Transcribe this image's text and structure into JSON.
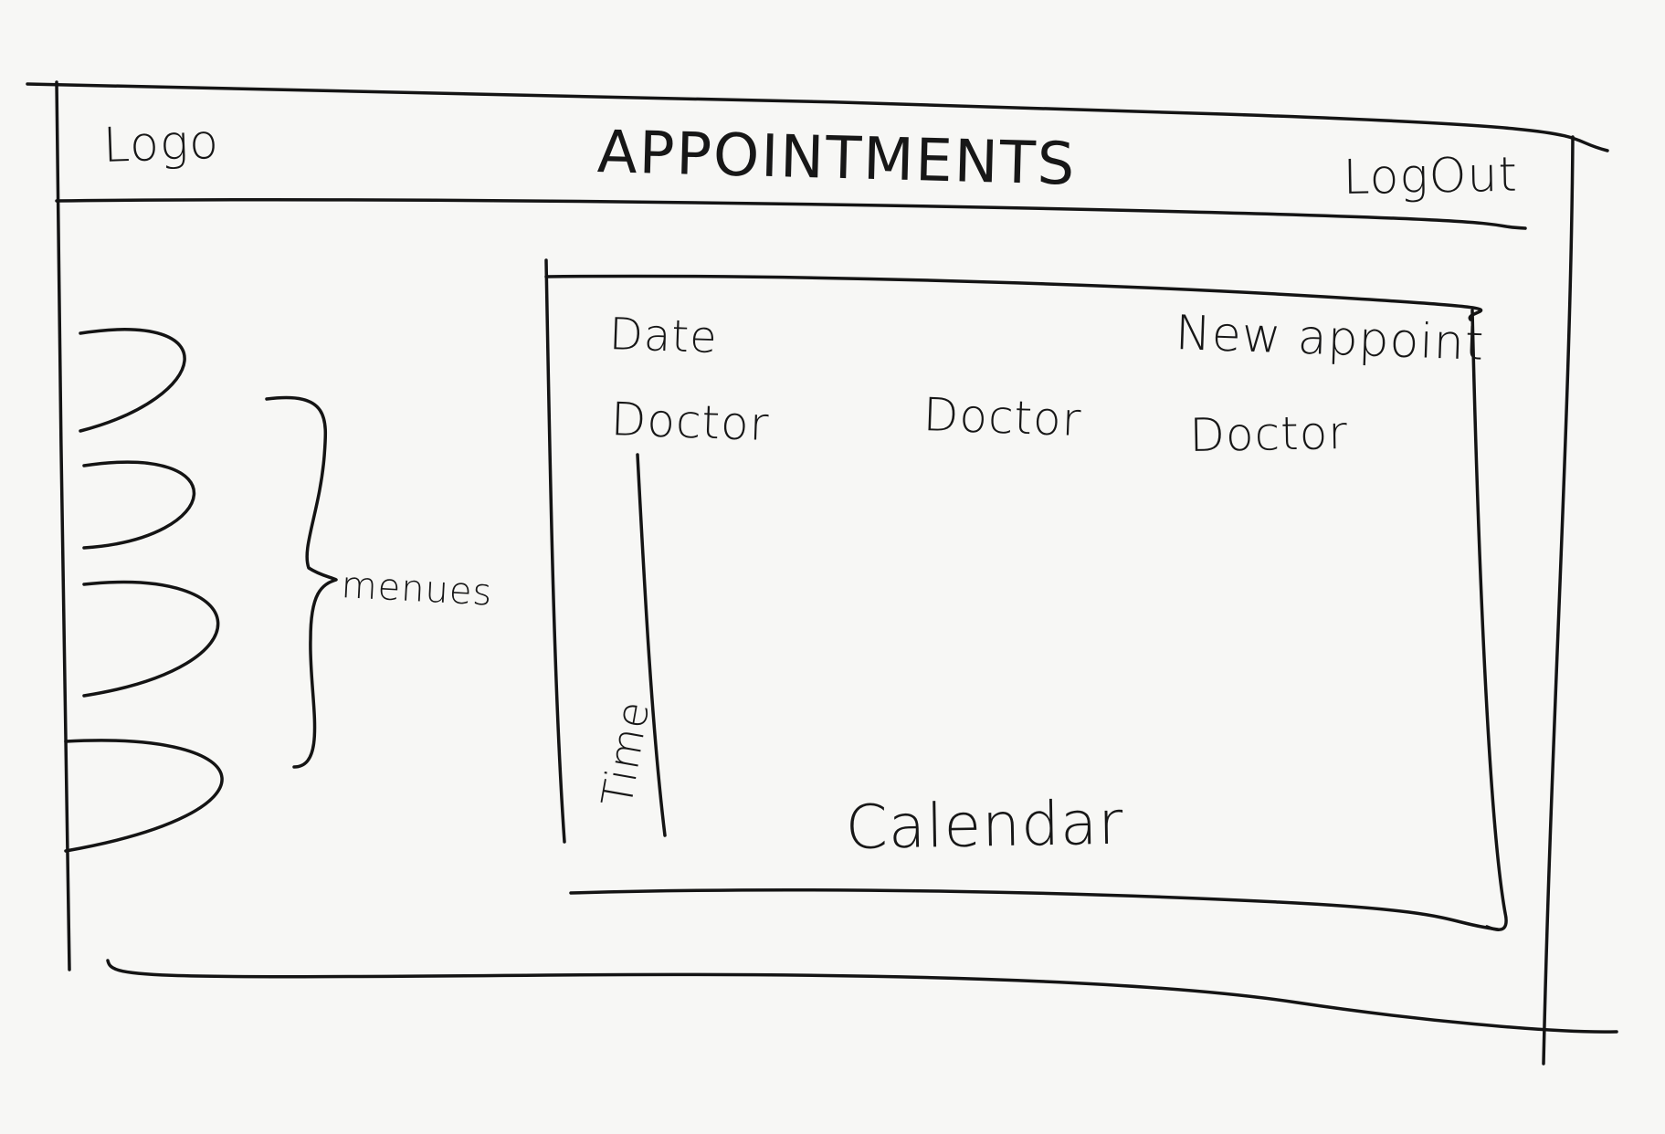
{
  "header": {
    "logo": "Logo",
    "title": "APPOINTMENTS",
    "logout": "LogOut"
  },
  "sidebar": {
    "annotation": "menues"
  },
  "calendar": {
    "date": "Date",
    "new_appointment": "New appoint",
    "doctors": [
      "Doctor",
      "Doctor",
      "Doctor"
    ],
    "time_label": "Time",
    "label": "Calendar"
  }
}
